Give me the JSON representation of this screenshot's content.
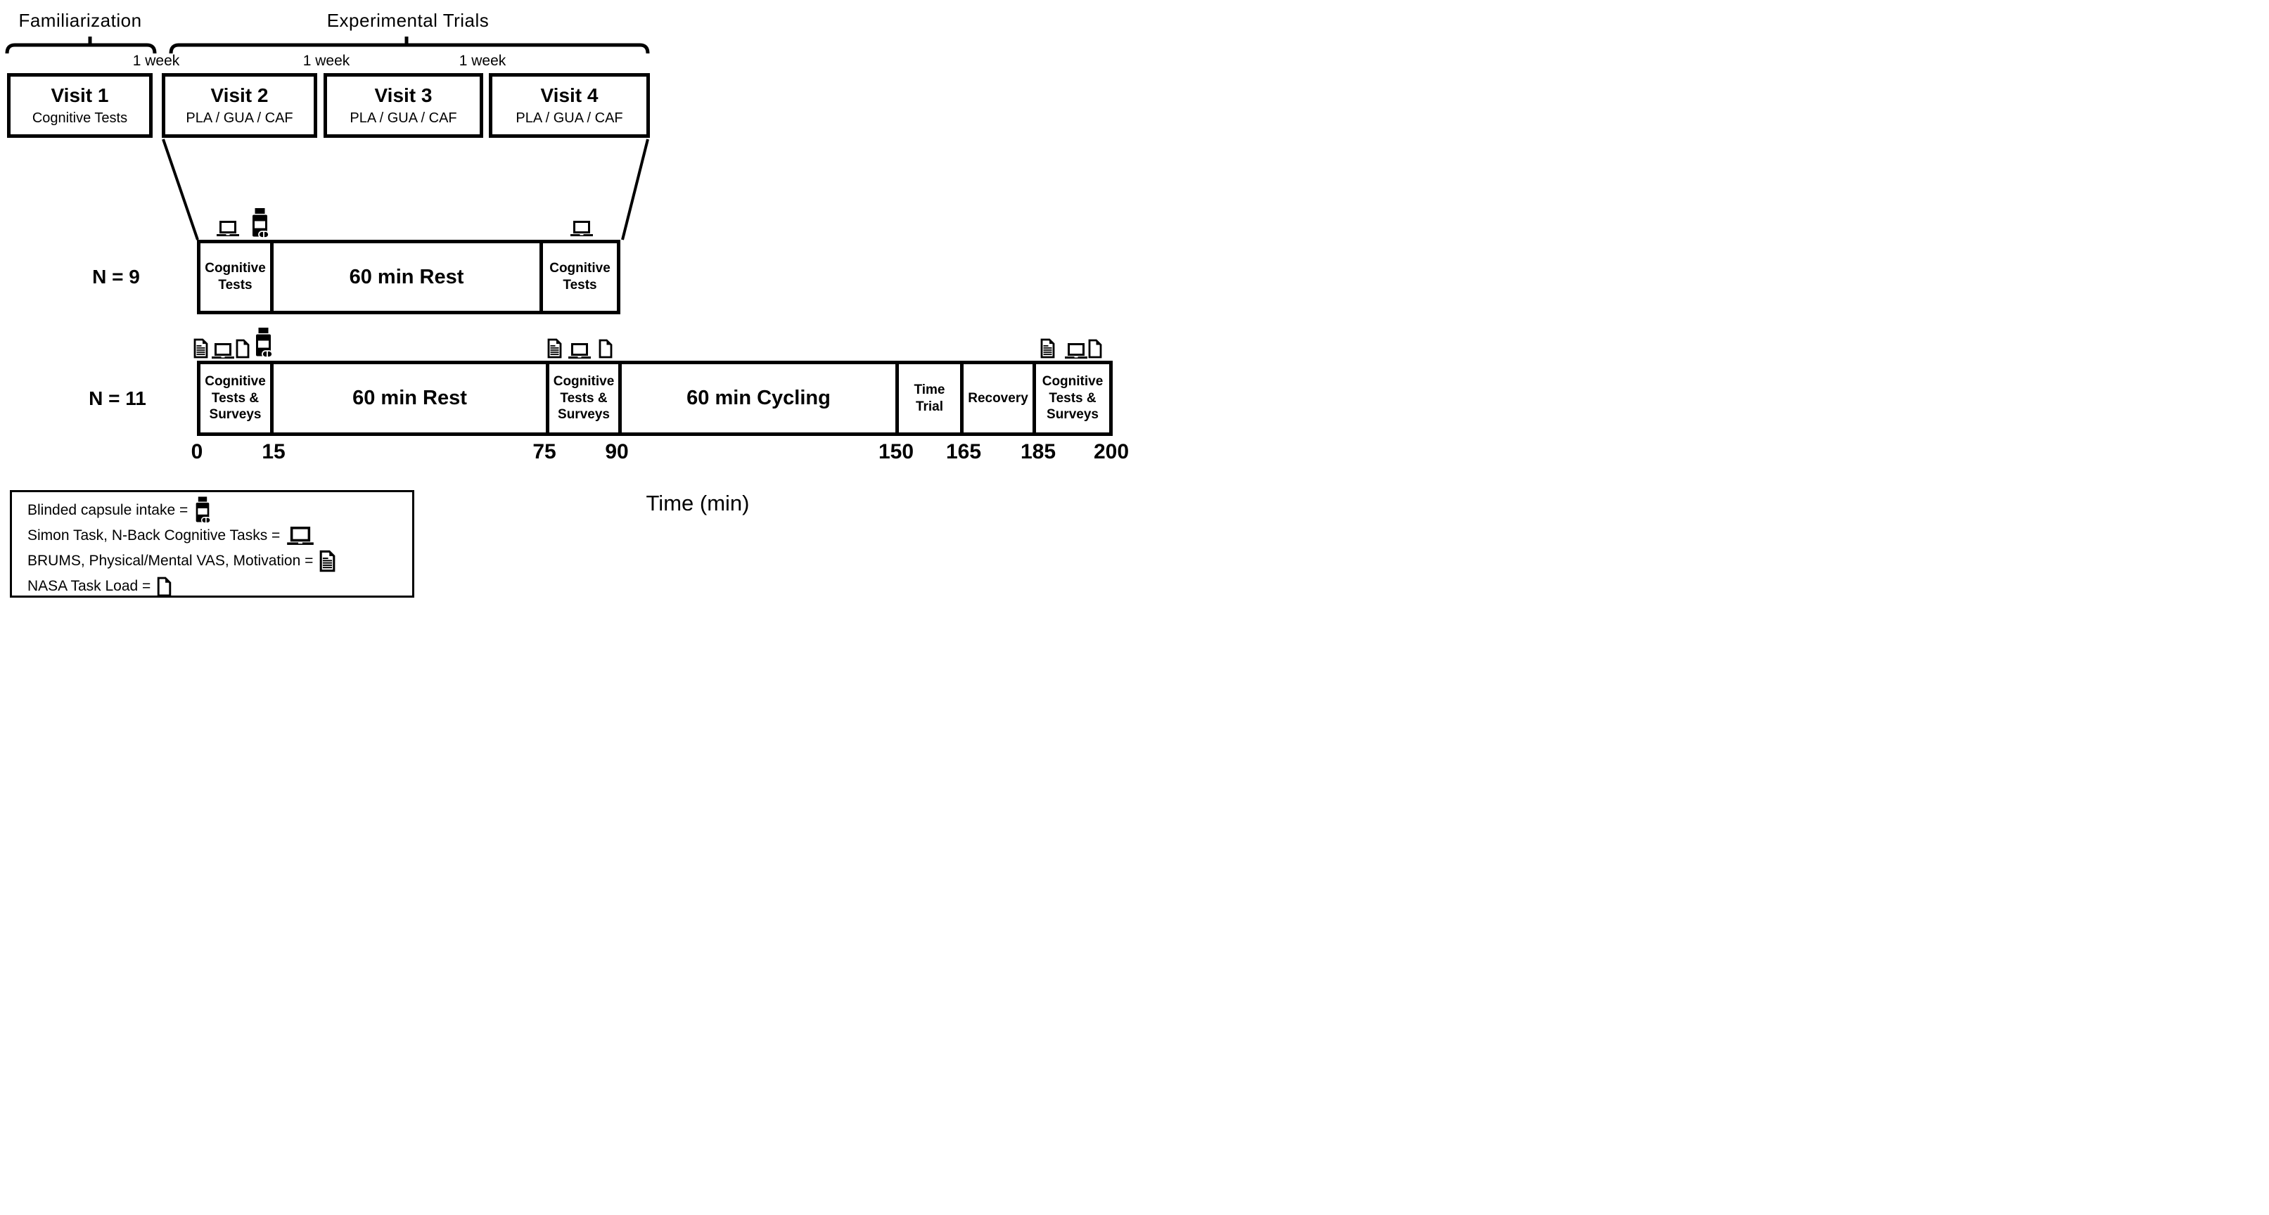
{
  "figure": {
    "phase_labels": {
      "familiarization": "Familiarization",
      "experimental": "Experimental Trials"
    },
    "week_gap_labels": [
      "1 week",
      "1 week",
      "1 week"
    ],
    "visits": [
      {
        "title": "Visit 1",
        "subtitle": "Cognitive Tests"
      },
      {
        "title": "Visit 2",
        "subtitle": "PLA / GUA / CAF"
      },
      {
        "title": "Visit 3",
        "subtitle": "PLA / GUA / CAF"
      },
      {
        "title": "Visit 4",
        "subtitle": "PLA / GUA / CAF"
      }
    ],
    "group_rows": [
      {
        "group_label": "N = 9",
        "segments": [
          "Cognitive Tests",
          "60 min Rest",
          "Cognitive Tests"
        ]
      },
      {
        "group_label": "N = 11",
        "segments": [
          "Cognitive Tests & Surveys",
          "60 min Rest",
          "Cognitive Tests & Surveys",
          "60 min Cycling",
          "Time Trial",
          "Recovery",
          "Cognitive Tests & Surveys"
        ]
      }
    ],
    "event_icons": {
      "n9_pre": [
        "laptop-icon",
        "pill-bottle-icon"
      ],
      "n9_post": [
        "laptop-icon"
      ],
      "n11_start": [
        "document-lines-icon",
        "laptop-icon",
        "blank-page-icon",
        "pill-bottle-icon"
      ],
      "n11_mid": [
        "document-lines-icon",
        "laptop-icon",
        "blank-page-icon"
      ],
      "n11_end": [
        "document-lines-icon",
        "laptop-icon",
        "blank-page-icon"
      ]
    },
    "timeline": {
      "tick_labels": [
        "0",
        "15",
        "75",
        "90",
        "150",
        "165",
        "185",
        "200"
      ],
      "axis_label": "Time (min)"
    },
    "legend": [
      {
        "label": "Blinded capsule intake =",
        "icon": "pill-bottle-icon"
      },
      {
        "label": "Simon Task, N-Back Cognitive Tasks =",
        "icon": "laptop-icon"
      },
      {
        "label": "BRUMS, Physical/Mental VAS, Motivation =",
        "icon": "document-lines-icon"
      },
      {
        "label": "NASA Task Load =",
        "icon": "blank-page-icon"
      }
    ],
    "colors": {
      "ink": "#000000",
      "background": "#ffffff"
    }
  }
}
